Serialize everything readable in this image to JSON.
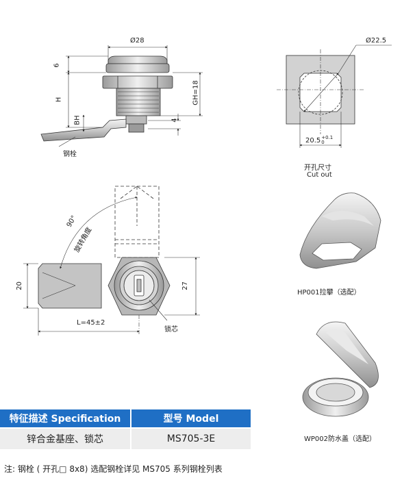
{
  "dimensions": {
    "top_width": "Ø28",
    "d6": "6",
    "h": "H",
    "gh": "GH=18",
    "bh": "BH",
    "d4": "4",
    "cutout_diameter": "Ø22.5",
    "cutout_width": "20.5",
    "tol_upper": "+0.1",
    "tol_lower": "0",
    "angle": "90°",
    "d20": "20",
    "d27": "27",
    "length": "L=45±2"
  },
  "labels": {
    "steel_bolt": "钢栓",
    "rotation_angle": "旋转角度",
    "lock_core": "锁芯",
    "cutout_cn": "开孔尺寸",
    "cutout_en": "Cut out",
    "hp001": "HP001拉攀（选配）",
    "wp002": "WP002防水盖（选配）"
  },
  "table": {
    "header_spec": "特征描述 Specification",
    "header_model": "型号 Model",
    "spec_value": "锌合金基座、锁芯",
    "model_value": "MS705-3E"
  },
  "note": "注: 钢栓 ( 开孔□ 8x8) 选配钢栓详见 MS705 系列钢栓列表",
  "colors": {
    "header_bg": "#1f6fc5",
    "row_bg": "#ededed"
  }
}
